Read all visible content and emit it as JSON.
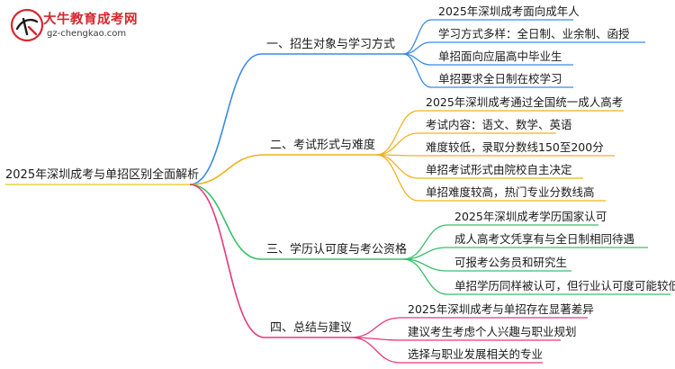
{
  "logo": {
    "title": "大牛教育成考网",
    "url": "gz-chengkao.com"
  },
  "root": "2025年深圳成考与单招区别全面解析",
  "branches": [
    {
      "label": "一、招生对象与学习方式",
      "color": "#3b8ae6",
      "children": [
        "2025年深圳成考面向成年人",
        "学习方式多样：全日制、业余制、函授",
        "单招面向应届高中毕业生",
        "单招要求全日制在校学习"
      ]
    },
    {
      "label": "二、考试形式与难度",
      "color": "#f0b21f",
      "children": [
        "2025年深圳成考通过全国统一成人高考",
        "考试内容：语文、数学、英语",
        "难度较低，录取分数线150至200分",
        "单招考试形式由院校自主决定",
        "单招难度较高，热门专业分数线高"
      ]
    },
    {
      "label": "三、学历认可度与考公资格",
      "color": "#37c06a",
      "children": [
        "2025年深圳成考学历国家认可",
        "成人高考文凭享有与全日制相同待遇",
        "可报考公务员和研究生",
        "单招学历同样被认可，但行业认可度可能较低"
      ]
    },
    {
      "label": "四、总结与建议",
      "color": "#e6387a",
      "children": [
        "2025年深圳成考与单招存在显著差异",
        "建议考生考虑个人兴趣与职业规划",
        "选择与职业发展相关的专业"
      ]
    }
  ]
}
